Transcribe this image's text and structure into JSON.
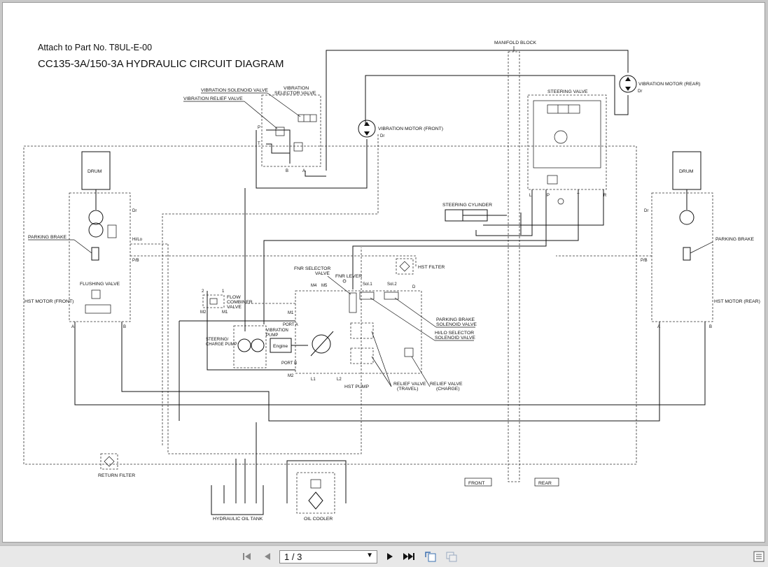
{
  "document": {
    "attach_note": "Attach to Part No. T8UL-E-00",
    "title": "CC135-3A/150-3A HYDRAULIC CIRCUIT DIAGRAM"
  },
  "labels": {
    "manifold_block": "MANIFOLD BLOCK",
    "vibration_solenoid_valve": "VIBRATION SOLENOID VALVE",
    "vibration_relief_valve": "VIBRATION RELIEF VALVE",
    "vibration_selector_valve_1": "VIBRATION",
    "vibration_selector_valve_2": "SELECTOR VALVE",
    "vibration_motor_front": "VIBRATION MOTOR (FRONT)",
    "vibration_motor_rear": "VIBRATION MOTOR (REAR)",
    "steering_valve": "STEERING VALVE",
    "drum_left": "DRUM",
    "drum_right": "DRUM",
    "parking_brake_left": "PARKING BRAKE",
    "parking_brake_right": "PARKING BRAKE",
    "flushing_valve": "FLUSHING VALVE",
    "hst_motor_front": "HST MOTOR (FRONT)",
    "hst_motor_rear": "HST MOTOR (REAR)",
    "steering_cylinder": "STEERING CYLINDER",
    "hst_filter": "HST FILTER",
    "fnr_selector_valve_1": "FNR SELECTOR",
    "fnr_selector_valve_2": "VALVE",
    "fnr_lever": "FNR LEVER",
    "flow_combiner_valve_1": "FLOW",
    "flow_combiner_valve_2": "COMBINER",
    "flow_combiner_valve_3": "VALVE",
    "steering_charge_pump_1": "STEERING/",
    "steering_charge_pump_2": "CHARGE PUMP",
    "vibration_pump_1": "VIBRATION",
    "vibration_pump_2": "PUMP",
    "engine": "Engine",
    "port_a": "PORT A",
    "port_b": "PORT B",
    "parking_brake_solenoid_1": "PARKING BRAKE",
    "parking_brake_solenoid_2": "SOLENOID VALVE",
    "hilo_selector_1": "HI/LO SELECTOR",
    "hilo_selector_2": "SOLENOID VALVE",
    "hst_pump": "HST PUMP",
    "relief_travel_1": "RELIEF VALVE",
    "relief_travel_2": "(TRAVEL)",
    "relief_charge_1": "RELIEF VALVE",
    "relief_charge_2": "(CHARGE)",
    "return_filter": "RETURN FILTER",
    "hydraulic_oil_tank": "HYDRAULIC OIL TANK",
    "oil_cooler": "OIL COOLER",
    "front": "FRONT",
    "rear": "REAR",
    "port_dr": "Dr",
    "port_hilo": "Hi/Lo",
    "port_pb": "P/B",
    "port_m1": "M1",
    "port_m2": "M2",
    "port_m4": "M4",
    "port_m5": "M5",
    "port_l1": "L1",
    "port_l2": "L2",
    "port_d": "D",
    "sol1": "Sol.1",
    "sol2": "Sol.2",
    "port_p": "P",
    "port_t": "T",
    "port_a_s": "A",
    "port_b_s": "B",
    "port_l": "L",
    "port_r": "R",
    "num_1": "1",
    "num_2": "2"
  },
  "toolbar": {
    "page_value": "1 / 3",
    "first_icon": "first-page-icon",
    "prev_icon": "previous-page-icon",
    "next_icon": "next-page-icon",
    "last_icon": "last-page-icon",
    "rotate_icon": "rotate-icon",
    "copy_icon": "copy-icon",
    "panel_icon": "side-panel-icon"
  }
}
